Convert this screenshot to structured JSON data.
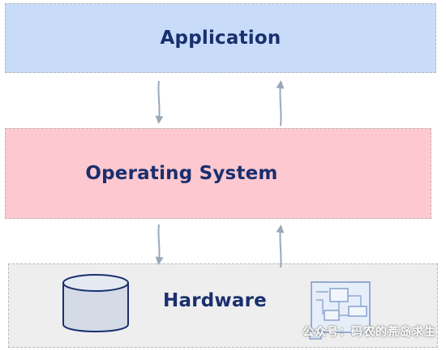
{
  "layers": {
    "application": "Application",
    "operating_system": "Operating System",
    "hardware": "Hardware"
  },
  "watermark": "公众号：码农的荒岛求生",
  "colors": {
    "application_bg": "#c8dcfa",
    "os_bg": "#fdc8d0",
    "hardware_bg": "#eeeeee",
    "label_text": "#1a2f6e",
    "arrow": "#9aa8b8"
  },
  "icons": [
    "database-cylinder-icon",
    "circuit-board-icon"
  ]
}
